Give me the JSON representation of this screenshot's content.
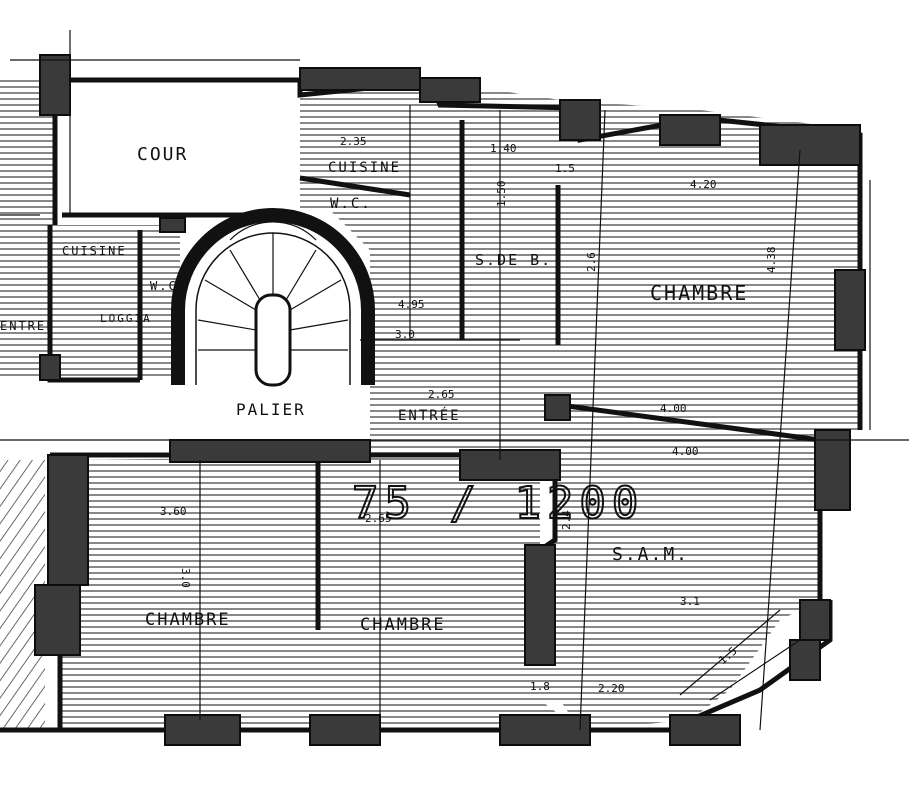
{
  "rooms": {
    "cour": "COUR",
    "cuisine": "CUISINE",
    "wc": "W.C.",
    "cuisine_left": "CUISINE",
    "wc_left": "W.C.",
    "sdb": "S.DE B.",
    "chambre_right": "CHAMBRE",
    "palier": "PALIER",
    "entree": "ENTRÉE",
    "entree_left": "ENTREE",
    "sam": "S.A.M.",
    "chambre_left": "CHAMBRE",
    "chambre_mid": "CHAMBRE",
    "loggia": "LOGGIA"
  },
  "dimensions": {
    "d1": "2.35",
    "d2": "1.40",
    "d3": "4.20",
    "d4": "4.38",
    "d5": "2.65",
    "d6": "4.00",
    "d7": "4.00",
    "d8": "3.60",
    "d9": "2.65",
    "d10": "3.1",
    "d11": "2.20",
    "d12": "1.8",
    "d13": "4.95",
    "d14": "3.0",
    "d15": "2.6",
    "d16": "1.5",
    "d17": "1.5",
    "d18": "1.50",
    "d19": "3.0",
    "d20": "2.4"
  },
  "stamp": "75 / 1200",
  "colors": {
    "ink": "#111111",
    "paper": "#ffffff",
    "hatch": "#555555"
  }
}
